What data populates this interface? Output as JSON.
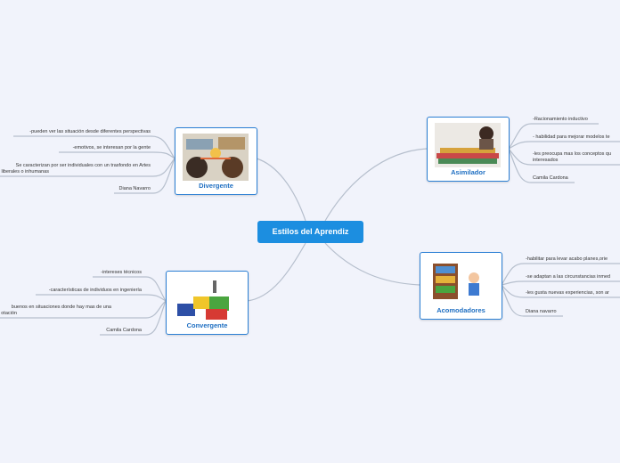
{
  "central": {
    "title": "Estilos del Aprendiz"
  },
  "branches": {
    "divergente": {
      "title": "Divergente",
      "items": [
        "-pueden ver las situación desde diferentes perspectivas",
        "-emotivos, se interesan  por la gente",
        "Se caracterizan por ser individuales con un trasfondo en Artes",
        "liberales o inhumanas",
        "Diana Navarro"
      ]
    },
    "asimilador": {
      "title": "Asimilador",
      "items": [
        "-Racionamiento  inductivo",
        "- habilidad para mejorar modelos te",
        "-les preocupa mas los conceptos qu",
        "interesados",
        "Camila Cardona"
      ]
    },
    "convergente": {
      "title": "Convergente",
      "items": [
        "-intereses técnicos",
        "-características de individuos en ingeniería",
        "buenos en situaciones donde hay mas de una",
        "otación",
        "Camila Cardona"
      ]
    },
    "acomodadores": {
      "title": "Acomodadores",
      "items": [
        "-habilitar para levar acabo planes,orie",
        "-se adaptan a las circunstancias inmed",
        "-les gusta nuevas experiencias, son ar",
        "Diana navarro"
      ]
    }
  },
  "colors": {
    "accent": "#1c8ee0",
    "node_border": "#2b7fd4",
    "line": "#b6bfcd",
    "background": "#f1f3fb"
  }
}
